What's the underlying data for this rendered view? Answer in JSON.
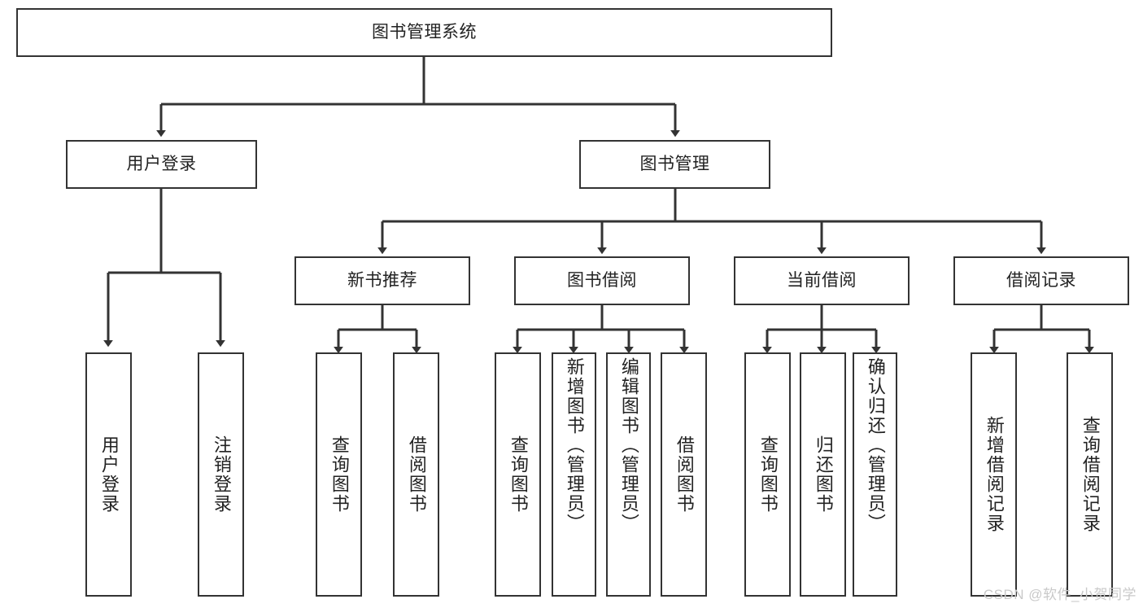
{
  "diagram": {
    "title": "图书管理系统",
    "type": "hierarchy-tree",
    "style": {
      "box_border_color": "#333333",
      "box_fill_color": "#ffffff",
      "connector_color": "#333333",
      "text_color": "#222222",
      "background": "#ffffff"
    },
    "levels": [
      {
        "level": 1,
        "nodes": [
          {
            "id": "root",
            "label": "图书管理系统",
            "orientation": "horizontal"
          }
        ]
      },
      {
        "level": 2,
        "nodes": [
          {
            "id": "user-login",
            "label": "用户登录",
            "orientation": "horizontal",
            "parent": "root"
          },
          {
            "id": "book-manage",
            "label": "图书管理",
            "orientation": "horizontal",
            "parent": "root"
          }
        ]
      },
      {
        "level": 3,
        "nodes": [
          {
            "id": "new-book-rec",
            "label": "新书推荐",
            "orientation": "horizontal",
            "parent": "book-manage"
          },
          {
            "id": "book-borrow",
            "label": "图书借阅",
            "orientation": "horizontal",
            "parent": "book-manage"
          },
          {
            "id": "current-borrow",
            "label": "当前借阅",
            "orientation": "horizontal",
            "parent": "book-manage"
          },
          {
            "id": "borrow-record",
            "label": "借阅记录",
            "orientation": "horizontal",
            "parent": "book-manage"
          }
        ]
      },
      {
        "level": 4,
        "nodes": [
          {
            "id": "leaf-user-login",
            "label": "用户登录",
            "orientation": "vertical",
            "parent": "user-login"
          },
          {
            "id": "leaf-logout",
            "label": "注销登录",
            "orientation": "vertical",
            "parent": "user-login"
          },
          {
            "id": "leaf-query-book-1",
            "label": "查询图书",
            "orientation": "vertical",
            "parent": "new-book-rec"
          },
          {
            "id": "leaf-borrow-book-1",
            "label": "借阅图书",
            "orientation": "vertical",
            "parent": "new-book-rec"
          },
          {
            "id": "leaf-query-book-2",
            "label": "查询图书",
            "orientation": "vertical",
            "parent": "book-borrow"
          },
          {
            "id": "leaf-add-book",
            "label": "新增图书（管理员）",
            "orientation": "vertical",
            "parent": "book-borrow"
          },
          {
            "id": "leaf-edit-book",
            "label": "编辑图书（管理员）",
            "orientation": "vertical",
            "parent": "book-borrow"
          },
          {
            "id": "leaf-borrow-book-2",
            "label": "借阅图书",
            "orientation": "vertical",
            "parent": "book-borrow"
          },
          {
            "id": "leaf-query-book-3",
            "label": "查询图书",
            "orientation": "vertical",
            "parent": "current-borrow"
          },
          {
            "id": "leaf-return-book",
            "label": "归还图书",
            "orientation": "vertical",
            "parent": "current-borrow"
          },
          {
            "id": "leaf-confirm-return",
            "label": "确认归还（管理员）",
            "orientation": "vertical",
            "parent": "current-borrow"
          },
          {
            "id": "leaf-add-record",
            "label": "新增借阅记录",
            "orientation": "vertical",
            "parent": "borrow-record"
          },
          {
            "id": "leaf-query-record",
            "label": "查询借阅记录",
            "orientation": "vertical",
            "parent": "borrow-record"
          }
        ]
      }
    ]
  },
  "watermark": {
    "text": "CSDN @软件_小贺同学"
  }
}
